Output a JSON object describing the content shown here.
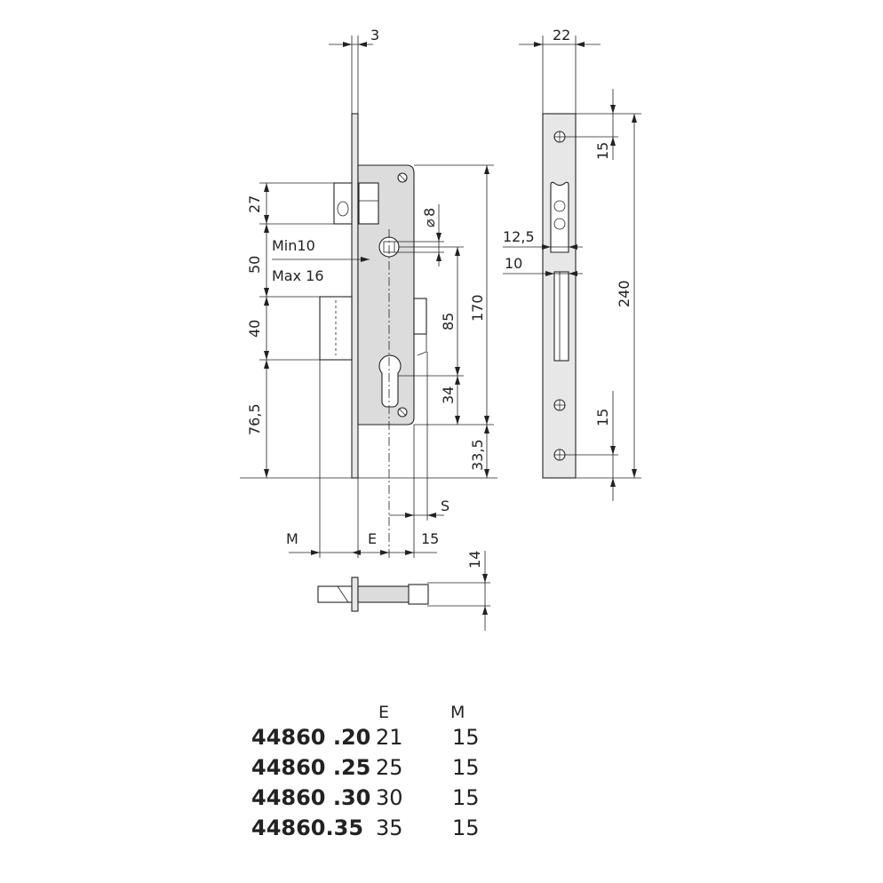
{
  "diagram": {
    "dimensions": {
      "faceplate_thickness": "3",
      "faceplate_width": "22",
      "latch_height": "27",
      "latch_to_follower": "50",
      "deadbolt_height": "40",
      "bottom_offset": "76,5",
      "min_label": "Min10",
      "max_label": "Max 16",
      "follower_square": "8",
      "follower_square_symbol": "⌀",
      "case_height": "170",
      "centre_distance": "85",
      "cylinder_to_bottom_edge": "34",
      "case_bottom_offset": "33,5",
      "faceplate_length": "240",
      "screw_offset_top": "15",
      "screw_offset_bottom": "15",
      "slot_width": "12,5",
      "slot_inner": "10",
      "label_S": "S",
      "label_M": "M",
      "label_E": "E",
      "case_depth": "15",
      "top_view_height": "14"
    }
  },
  "table": {
    "headers": {
      "e": "E",
      "m": "M"
    },
    "rows": [
      {
        "model": "44860",
        "suffix": ".20",
        "e": "21",
        "m": "15"
      },
      {
        "model": "44860",
        "suffix": ".25",
        "e": "25",
        "m": "15"
      },
      {
        "model": "44860",
        "suffix": ".30",
        "e": "30",
        "m": "15"
      },
      {
        "model": "44860",
        "suffix": ".35",
        "e": "35",
        "m": "15"
      }
    ]
  }
}
